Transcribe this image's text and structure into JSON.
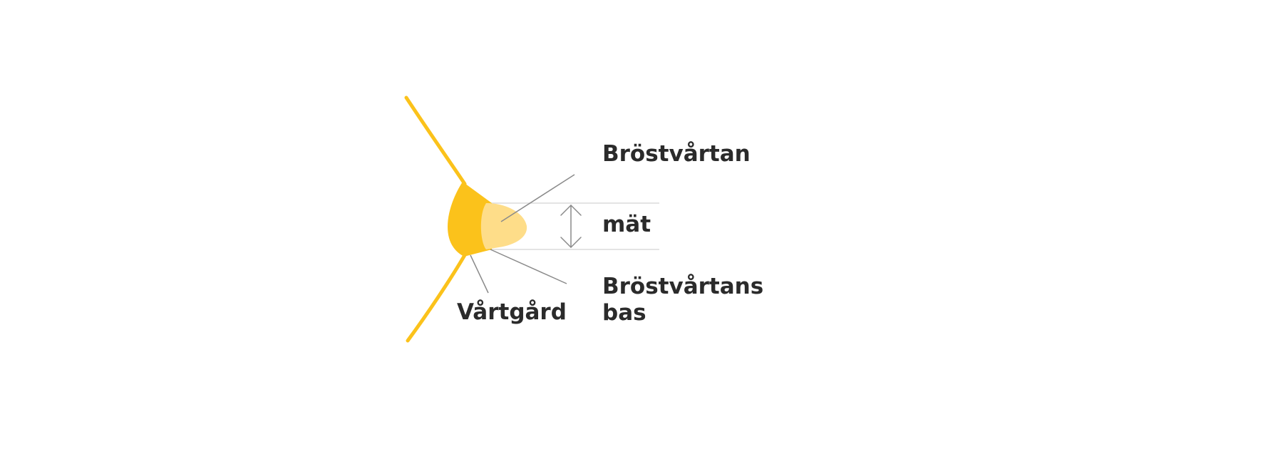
{
  "labels": {
    "nipple": "Bröstvårtan",
    "measure": "mät",
    "nipple_base_line1": "Bröstvårtans",
    "nipple_base_line2": "bas",
    "areola": "Vårtgård"
  },
  "colors": {
    "breast_outline": "#fbc21b",
    "areola": "#fbc21b",
    "nipple": "#fedd89",
    "leader_lines": "#8a8a8a",
    "guide_lines": "#dcdcdc",
    "text": "#2b2b2b"
  }
}
